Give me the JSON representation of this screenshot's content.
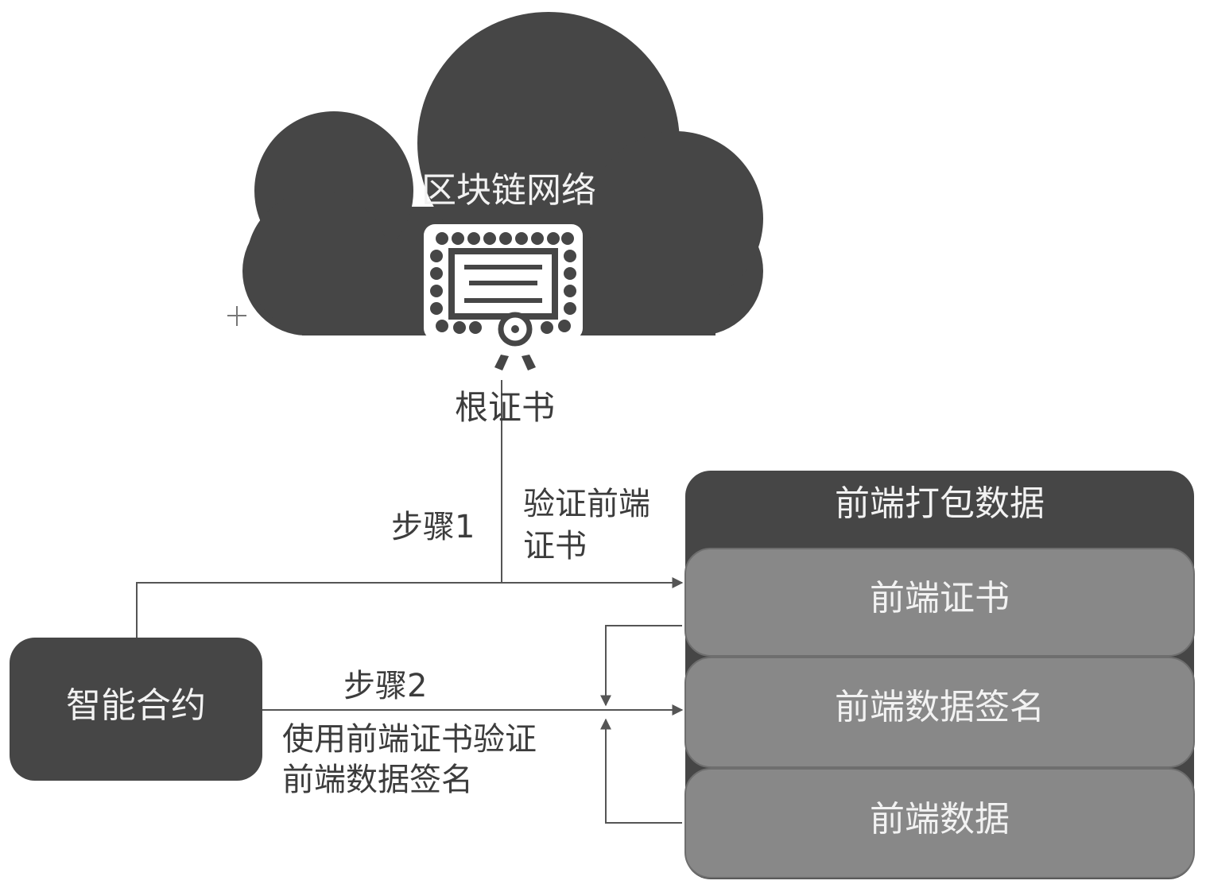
{
  "cloud": {
    "title": "区块链网络",
    "icon": "certificate-icon"
  },
  "root_cert": {
    "label": "根证书"
  },
  "step1": {
    "label": "步骤1",
    "description": "验证前端证书"
  },
  "step2": {
    "label": "步骤2",
    "description": "使用前端证书验证前端数据签名"
  },
  "smart_contract": {
    "label": "智能合约"
  },
  "bundle": {
    "title": "前端打包数据",
    "items": [
      {
        "label": "前端证书"
      },
      {
        "label": "前端数据签名"
      },
      {
        "label": "前端数据"
      }
    ]
  },
  "colors": {
    "dark_fill": "#464646",
    "item_fill": "#888888",
    "line": "#555555",
    "text_dark": "#3c3c3c",
    "text_light": "#f2f2f2"
  }
}
